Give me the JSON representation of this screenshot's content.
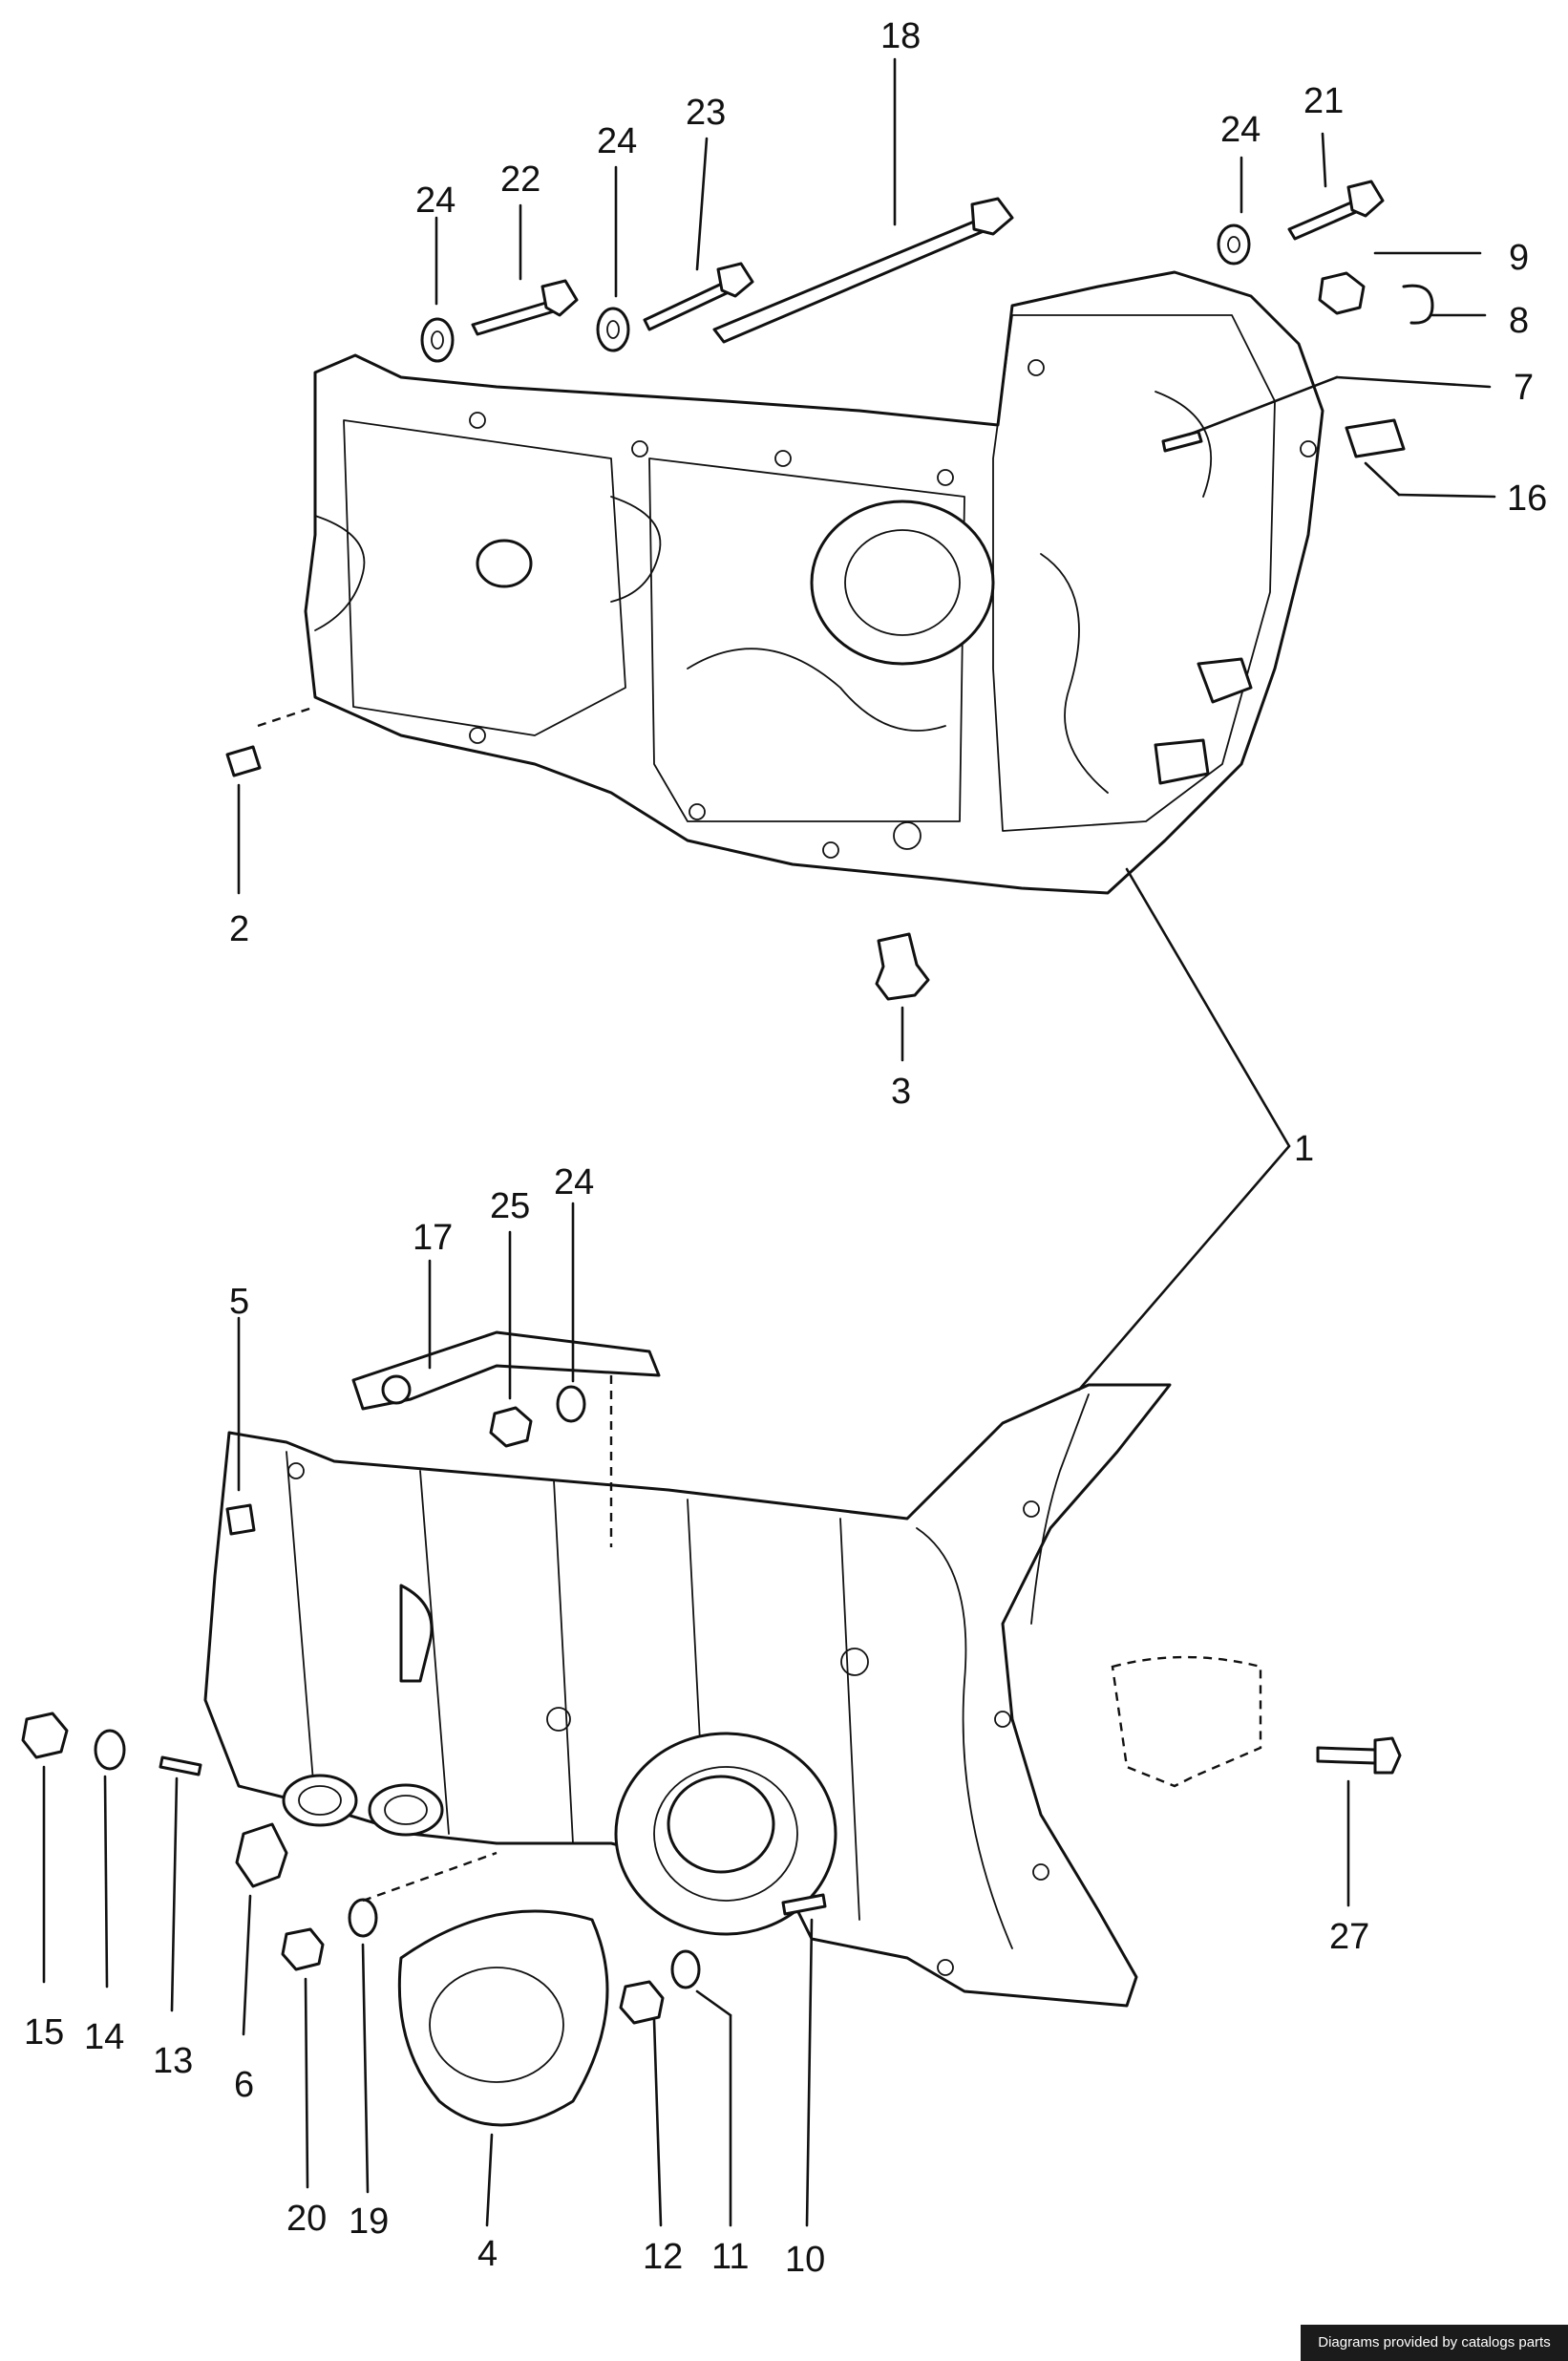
{
  "diagram": {
    "callouts": [
      "18",
      "24",
      "22",
      "24",
      "23",
      "24",
      "21",
      "9",
      "8",
      "7",
      "16",
      "2",
      "3",
      "1",
      "5",
      "17",
      "25",
      "24",
      "15",
      "14",
      "13",
      "6",
      "20",
      "19",
      "4",
      "12",
      "11",
      "10",
      "27"
    ]
  },
  "footer": {
    "credit": "Diagrams provided by catalogs parts"
  }
}
